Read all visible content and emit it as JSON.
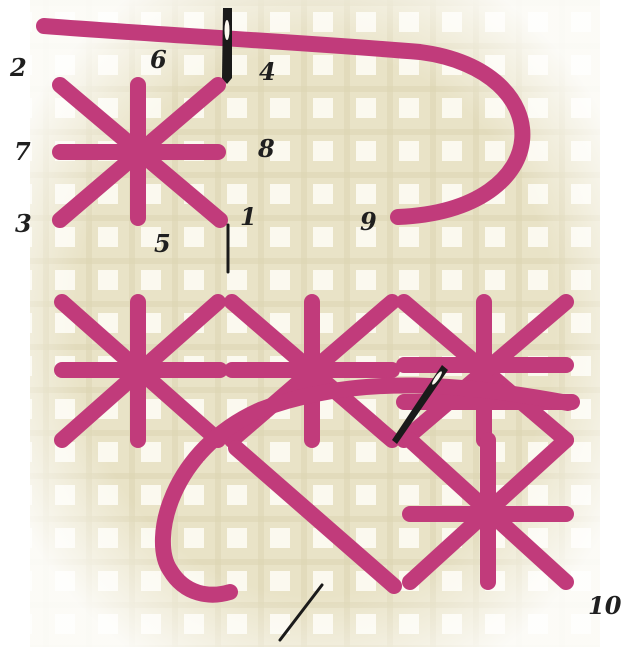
{
  "figure": {
    "labels": {
      "n1": "1",
      "n2": "2",
      "n3": "3",
      "n4": "4",
      "n5": "5",
      "n6": "6",
      "n7": "7",
      "n8": "8",
      "n9": "9",
      "n10": "10"
    }
  },
  "colors": {
    "background": "#ffffff",
    "canvas_fill": "#e9e3c7",
    "weave_cells": "#fbf9ef",
    "thread": "#c13b7b",
    "thread_dark": "#8f2a5a",
    "needle": "#1a1a1a",
    "label": "#1f1f1f"
  },
  "icons": {
    "needle_1": "needle-icon",
    "needle_2": "needle-icon",
    "needle_3": "needle-icon",
    "needle_4": "needle-icon"
  }
}
